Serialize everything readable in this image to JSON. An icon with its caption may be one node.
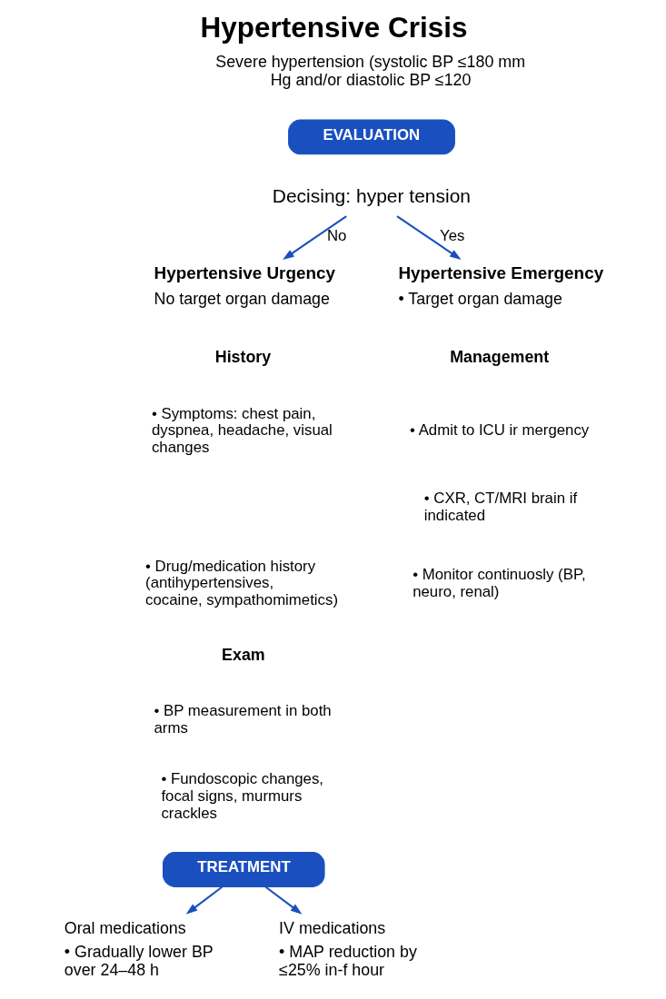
{
  "diagram": {
    "title": "Hypertensive Crisis",
    "nodes": [
      {
        "text": [
          "EVALUATION"
        ]
      },
      {
        "text": [
          "Decising: hyper tension"
        ]
      },
      {
        "text": [
          "Hypertensive Urgency",
          "No target organ damage"
        ]
      },
      {
        "text": [
          "Hypertensive Emergency",
          "• Target organ damage"
        ]
      },
      {
        "text": [
          "TREATMENT"
        ]
      },
      {
        "text": [
          "Oral medications",
          "• Gradually lower BP over 24–48 h"
        ]
      },
      {
        "text": [
          "IV medications",
          "• MAP reduction by ≤25% in-f hour"
        ]
      }
    ],
    "edges": [
      {
        "from": 1,
        "to": 2,
        "arrow": "to",
        "label": "No"
      },
      {
        "from": 1,
        "to": 3,
        "arrow": "to",
        "label": "Yes"
      },
      {
        "from": 4,
        "to": 5,
        "arrow": "to"
      },
      {
        "from": 4,
        "to": 6,
        "arrow": "to"
      }
    ],
    "labels": [
      "Severe hypertension (systolic BP ≤180 mm Hg and/or diastolic BP ≤120",
      "History",
      "• Symptoms: chest pain, dyspnea, headache, visual changes",
      "• Drug/medication history (antihypertensives, cocaine, sympathomimetics)",
      "Management",
      "• Admit to ICU ir mergency",
      "• CXR, CT/MRI brain if indicated",
      "• Monitor continuosly (BP, neuro, renal)",
      "Exam",
      "• BP measurement in both arms",
      "• Fundoscopic changes, focal signs, murmurs crackles"
    ]
  }
}
